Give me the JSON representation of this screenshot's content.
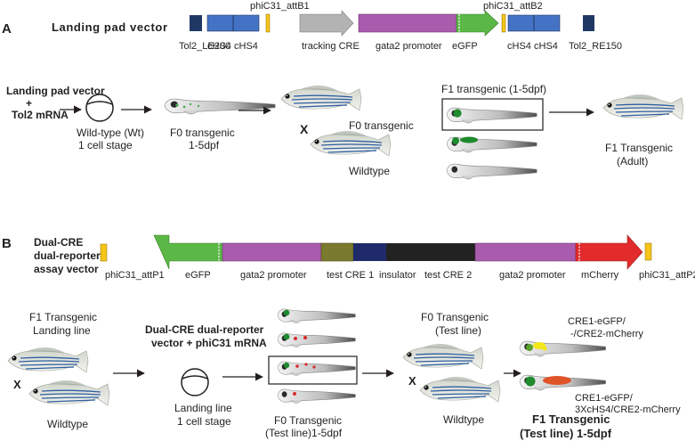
{
  "panel_a": {
    "letter": "A",
    "vector_title": "Landing pad vector",
    "labels": {
      "tol2_le200": "Tol2_LE200",
      "chs4_1": "cHS4",
      "chs4_2": "cHS4",
      "phic31_attb1": "phiC31_attB1",
      "tracking_cre": "tracking CRE",
      "gata2_promoter": "gata2 promoter",
      "egfp": "eGFP",
      "phic31_attb2": "phiC31_attB2",
      "chs4_3": "cHS4",
      "chs4_4": "cHS4",
      "tol2_re150": "Tol2_RE150"
    },
    "workflow": {
      "inject_line1": "Landing pad vector",
      "inject_plus": "+",
      "inject_line2": "Tol2 mRNA",
      "embryo_line1": "Wild-type (Wt)",
      "embryo_line2": "1 cell stage",
      "f0_line1": "F0 transgenic",
      "f0_line2": "1-5dpf",
      "cross": "X",
      "f0_adult": "F0 transgenic",
      "wildtype": "Wildtype",
      "f1_title": "F1 transgenic (1-5dpf)",
      "f1_adult_line1": "F1 Transgenic",
      "f1_adult_line2": "(Adult)"
    }
  },
  "panel_b": {
    "letter": "B",
    "vector_title_1": "Dual-CRE",
    "vector_title_2": "dual-reporter",
    "vector_title_3": "assay vector",
    "labels": {
      "phic31_attp1": "phiC31_attP1",
      "egfp": "eGFP",
      "gata2_promoter_1": "gata2 promoter",
      "test_cre1": "test CRE 1",
      "insulator": "insulator",
      "test_cre2": "test CRE 2",
      "gata2_promoter_2": "gata2 promoter",
      "mcherry": "mCherry",
      "phic31_attp2": "phiC31_attP2"
    },
    "workflow": {
      "f1_line1": "F1 Transgenic",
      "f1_line2": "Landing line",
      "cross1": "X",
      "wildtype1": "Wildtype",
      "inject_line1": "Dual-CRE dual-reporter",
      "inject_line2": "vector + phiC31 mRNA",
      "landing_line1": "Landing line",
      "landing_line2": "1 cell stage",
      "f0_line1": "F0 Transgenic",
      "f0_line2": "(Test line)1-5dpf",
      "f0test_line1": "F0 Transgenic",
      "f0test_line2": "(Test line)",
      "cross2": "X",
      "wildtype2": "Wildtype",
      "result1_line1": "CRE1-eGFP/",
      "result1_line2": "-/CRE2-mCherry",
      "result2_line1": "CRE1-eGFP/",
      "result2_line2": "3XcHS4/CRE2-mCherry",
      "f1_final_line1": "F1 Transgenic",
      "f1_final_line2": "(Test line) 1-5dpf"
    }
  },
  "colors": {
    "navy": "#1f3864",
    "chs4_blue": "#4472c4",
    "attb_yellow": "#f5c518",
    "gray_cre": "#b3b3b3",
    "purple_promoter": "#a95cae",
    "green_egfp": "#5bb846",
    "olive_cre": "#7a7a2e",
    "insulator_navy": "#1f2a6b",
    "black_cre": "#222222",
    "red_mcherry": "#e32b2b"
  }
}
